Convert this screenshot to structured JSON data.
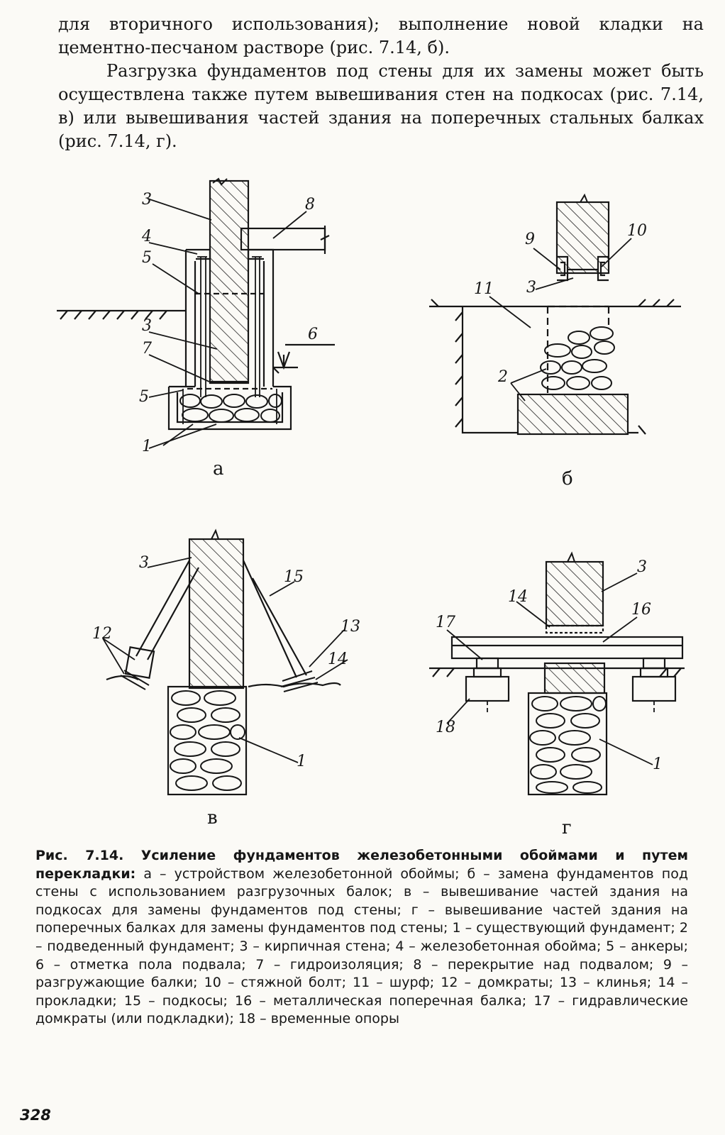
{
  "text": {
    "p1": "для вторичного использования); выполнение новой кладки на цементно-песчаном растворе (рис. 7.14, б).",
    "p2": "Разгрузка фундаментов под стены для их замены может быть осуществлена также путем вывешивания стен на подкосах (рис. 7.14, в) или вывешивания частей здания на поперечных стальных балках (рис. 7.14, г)."
  },
  "figure": {
    "labels": {
      "a": [
        "3",
        "8",
        "4",
        "5",
        "3",
        "6",
        "7",
        "5",
        "1"
      ],
      "b": [
        "9",
        "10",
        "3",
        "11",
        "2"
      ],
      "v": [
        "3",
        "15",
        "12",
        "13",
        "14",
        "1"
      ],
      "g": [
        "3",
        "14",
        "16",
        "17",
        "18",
        "1"
      ]
    },
    "sub_labels": {
      "a": "а",
      "b": "б",
      "v": "в",
      "g": "г"
    }
  },
  "caption": {
    "title": "Рис. 7.14. Усиление фундаментов железобетонными обоймами и путем перекладки:",
    "body": " а – устройством железобетонной обоймы; б – замена фундаментов под стены с использованием разгрузочных балок; в – вывешивание частей здания на подкосах для замены фундаментов под стены; г – вывешивание частей здания на поперечных балках для замены фундаментов под стены; 1 – существующий фундамент; 2 – подведенный фундамент; 3 – кирпичная стена; 4 – железобетонная обойма; 5 – анкеры; 6 – отметка пола подвала; 7 – гидроизоляция; 8 – перекрытие над подвалом; 9 – разгружающие балки; 10 – стяжной болт; 11 – шурф; 12 – домкраты; 13 – клинья; 14 – прокладки; 15 – подкосы; 16 – металлическая поперечная балка; 17 – гидравлические домкраты (или подкладки); 18 – временные опоры"
  },
  "page_number": "328"
}
